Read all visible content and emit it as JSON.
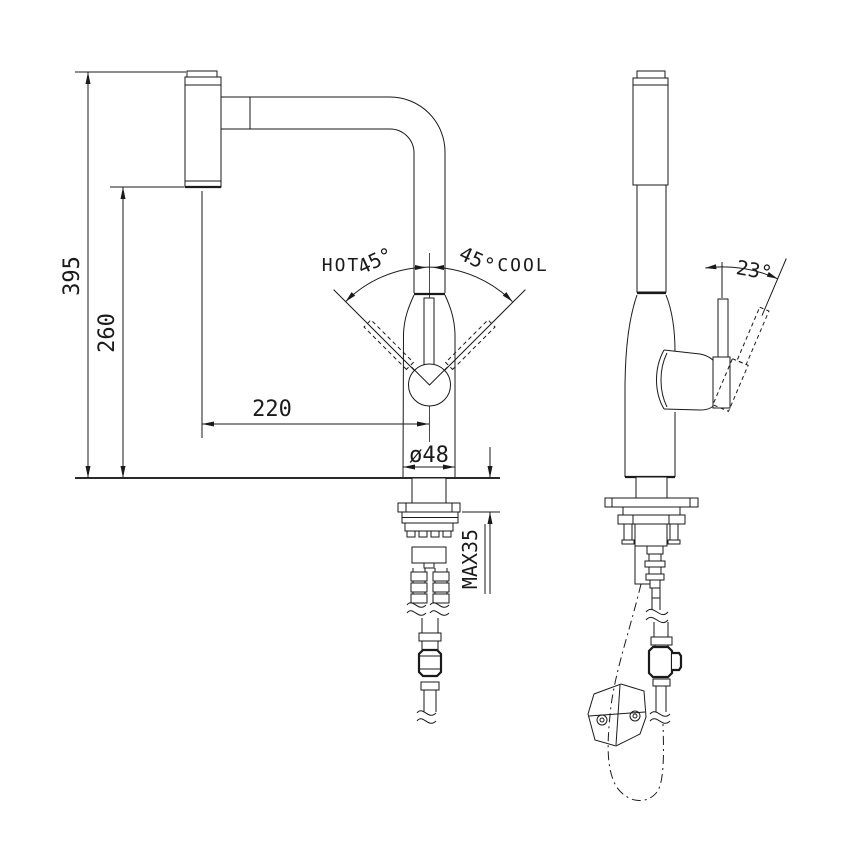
{
  "drawing": {
    "background_color": "#ffffff",
    "line_color": "#1a1a1a",
    "labels": {
      "height_total": "395",
      "height_spray": "260",
      "reach": "220",
      "base_diameter": "ø48",
      "max_mount_thickness": "MAX35",
      "hot_label": "HOT",
      "hot_angle": "45°",
      "cool_angle": "45°",
      "cool_label": "COOL",
      "handle_angle": "23°"
    }
  }
}
